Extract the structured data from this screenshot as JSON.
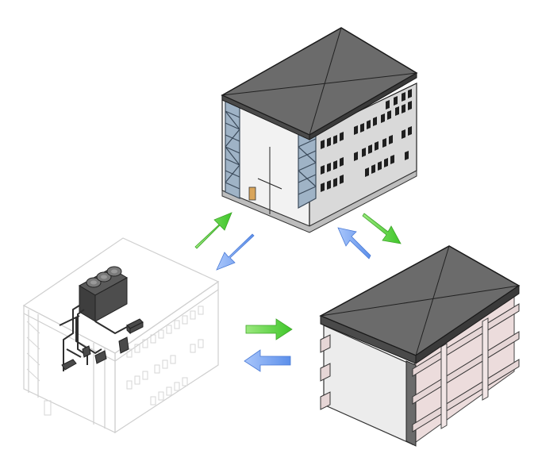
{
  "diagram": {
    "nodes": [
      {
        "id": "architectural-model",
        "kind": "detailed building exterior"
      },
      {
        "id": "mep-model",
        "kind": "building with rooftop HVAC equipment and ductwork"
      },
      {
        "id": "structural-model",
        "kind": "floor slabs, columns and roof"
      }
    ],
    "links": [
      {
        "from": "architectural-model",
        "to": "structural-model",
        "direction": "bidirectional"
      },
      {
        "from": "architectural-model",
        "to": "mep-model",
        "direction": "bidirectional"
      },
      {
        "from": "mep-model",
        "to": "structural-model",
        "direction": "bidirectional"
      }
    ],
    "colors": {
      "arrow_green": "#56d23c",
      "arrow_blue": "#6f9ef2",
      "roof_gray": "#6b6b6b",
      "slab_pink": "#ecdcdc",
      "wall_light": "#e9e9e9",
      "ghost_line": "#c9c9c9",
      "equipment_dark": "#3e3e3e"
    }
  }
}
